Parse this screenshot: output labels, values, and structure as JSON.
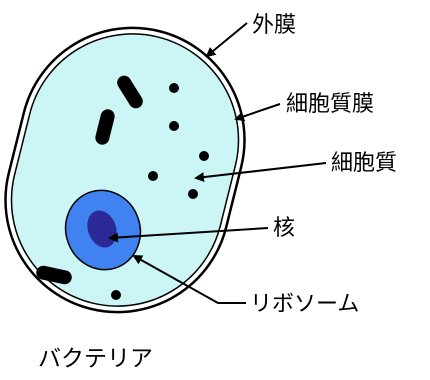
{
  "diagram": {
    "caption": "バクテリア",
    "labels": {
      "outer_membrane": "外膜",
      "cell_membrane": "細胞質膜",
      "cytoplasm": "細胞質",
      "nucleus": "核",
      "ribosome": "リボソーム"
    },
    "colors": {
      "cytoplasm_fill": "#ccf6f6",
      "nucleus_outer": "#3f82f0",
      "nucleus_inner": "#2b2996",
      "outline": "#000000",
      "granule": "#000000"
    }
  }
}
